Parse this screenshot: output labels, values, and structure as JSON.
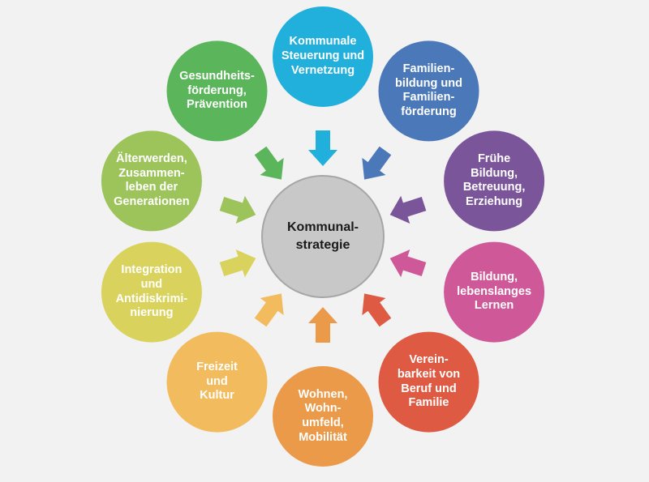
{
  "center": {
    "label": "Kommunal-\nstrategie",
    "fill": "#c8c8c8",
    "stroke": "#a6a6a6"
  },
  "nodes": [
    {
      "id": "steuerung",
      "label": "Kommunale\nSteuerung und\nVernetzung",
      "color": "#21b0dc"
    },
    {
      "id": "familienbildung",
      "label": "Familien-\nbildung und\nFamilien-\nförderung",
      "color": "#4a78b8"
    },
    {
      "id": "fruehe-bildung",
      "label": "Frühe\nBildung,\nBetreuung,\nErziehung",
      "color": "#7b559a"
    },
    {
      "id": "lebenslanges-lernen",
      "label": "Bildung,\nlebenslanges\nLernen",
      "color": "#cf5899"
    },
    {
      "id": "vereinbarkeit",
      "label": "Verein-\nbarkeit von\nBeruf und\nFamilie",
      "color": "#de5a42"
    },
    {
      "id": "wohnen",
      "label": "Wohnen,\nWohn-\numfeld,\nMobilität",
      "color": "#eb9a4a"
    },
    {
      "id": "freizeit",
      "label": "Freizeit\nund\nKultur",
      "color": "#f1bb5e"
    },
    {
      "id": "integration",
      "label": "Integration\nund\nAntidiskrimi-\nnierung",
      "color": "#d9d35d"
    },
    {
      "id": "generationen",
      "label": "Älterwerden,\nZusammen-\nleben der\nGenerationen",
      "color": "#9dc45b"
    },
    {
      "id": "gesundheit",
      "label": "Gesundheits-\nförderung,\nPrävention",
      "color": "#5bb55b"
    }
  ]
}
